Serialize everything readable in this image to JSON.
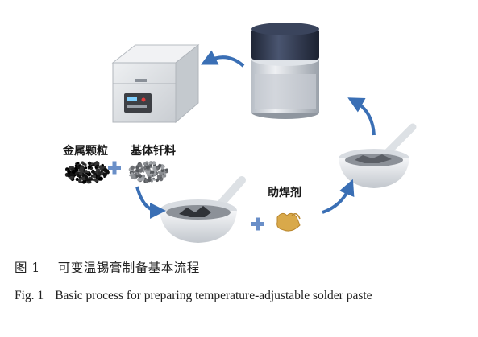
{
  "labels": {
    "metal_particles": "金属颗粒",
    "solder_matrix": "基体钎料",
    "flux": "助焊剂"
  },
  "caption": {
    "cn_number": "图 1",
    "cn_text": "可变温锡膏制备基本流程",
    "en_number": "Fig. 1",
    "en_text": "Basic process for preparing temperature-adjustable solder paste"
  },
  "colors": {
    "arrow": "#3a6fb5",
    "plus": "#6a8fc8",
    "bowl": "#e9ecef",
    "bowl_shadow": "#b9bec4",
    "machine_body": "#dfe2e5",
    "machine_panel": "#3d3f44",
    "jar_lid": "#2c3448",
    "jar_glass": "#cfd4da",
    "flux_color": "#d9a94a"
  }
}
